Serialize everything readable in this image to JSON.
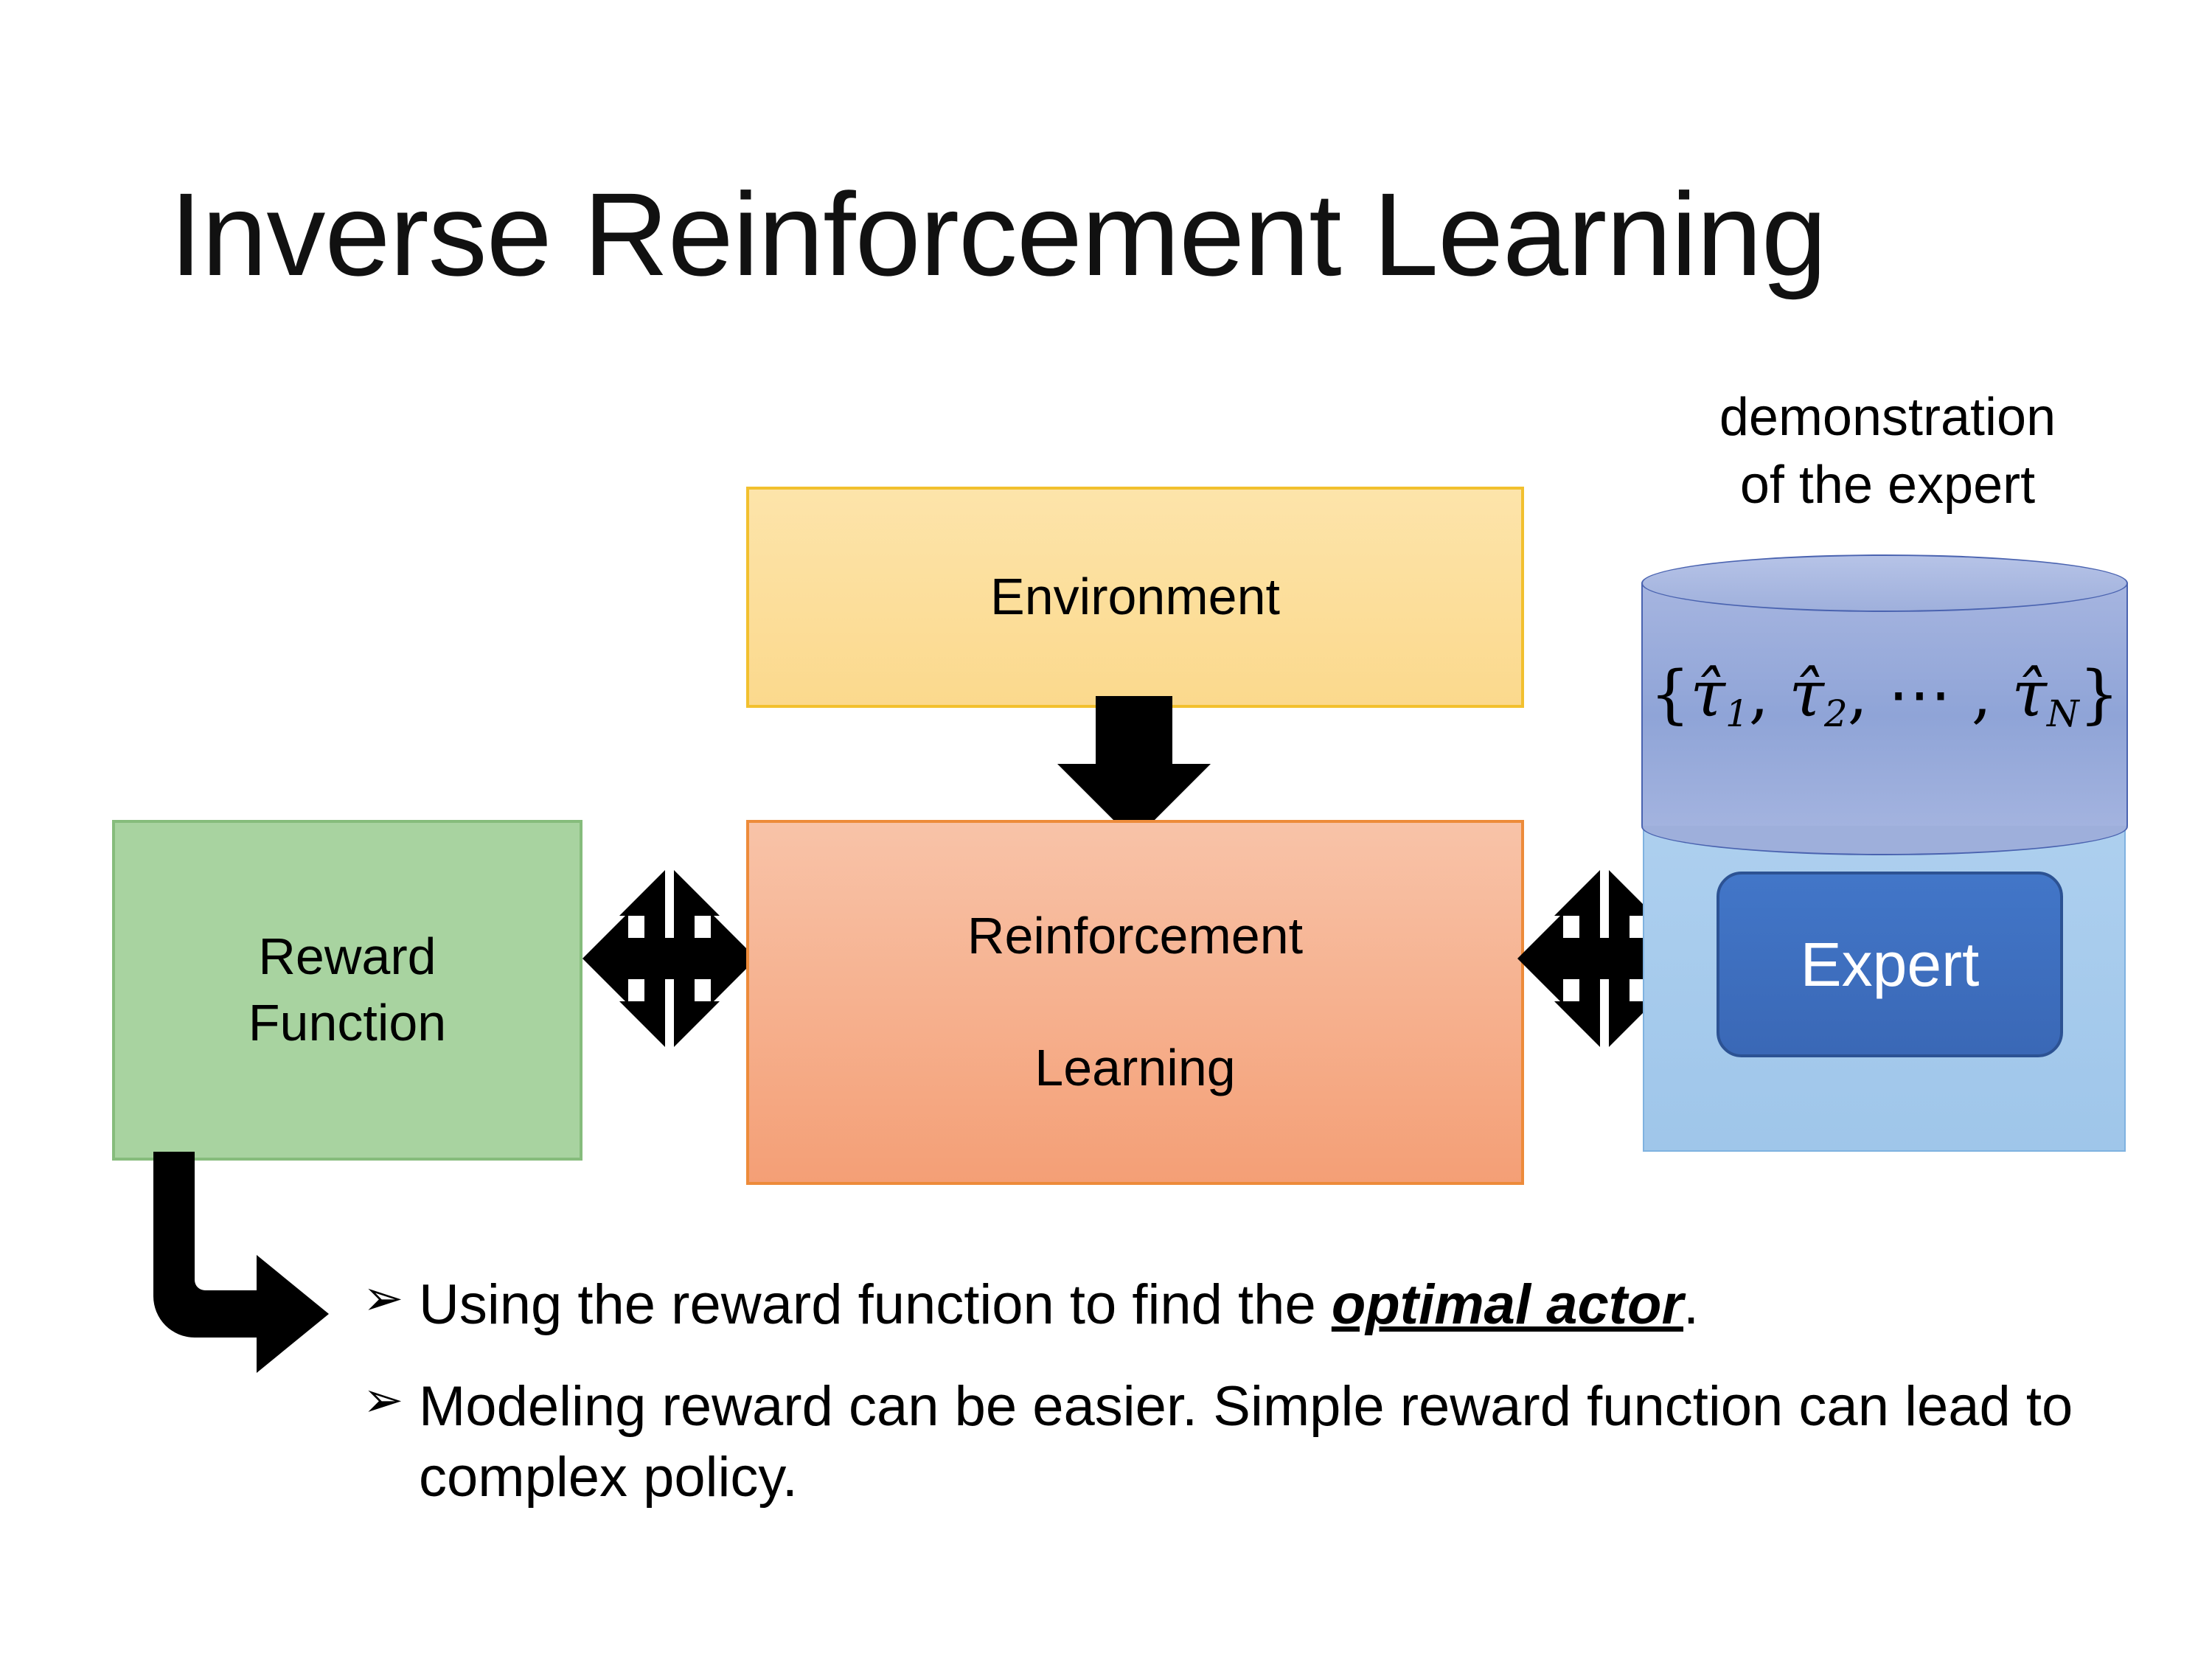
{
  "slide": {
    "title": "Inverse Reinforcement Learning",
    "background_color": "#FFFFFF"
  },
  "diagram": {
    "environment": {
      "label": "Environment",
      "fill_color": "#FBD98D",
      "border_color": "#F2C02E"
    },
    "reinforcement_learning": {
      "label_line1": "Reinforcement",
      "label_line2": "Learning",
      "fill_color": "#F4A079",
      "border_color": "#ED8B3A"
    },
    "reward_function": {
      "label_line1": "Reward",
      "label_line2": "Function",
      "fill_color": "#A8D3A0",
      "border_color": "#86BC7C"
    },
    "expert_group": {
      "caption_line1": "demonstration",
      "caption_line2": "of the expert",
      "panel_color": "#A8CBEC",
      "cylinder_color": "#93A9DB",
      "cylinder_border_color": "#4A63B0",
      "trajectories_open": "{",
      "trajectories_t1": "τ̂",
      "trajectories_t1_sub": "1",
      "trajectories_sep1": ", ",
      "trajectories_t2": "τ̂",
      "trajectories_t2_sub": "2",
      "trajectories_sep2": ", ⋯ , ",
      "trajectories_tN": "τ̂",
      "trajectories_tN_sub": "N",
      "trajectories_close": "}",
      "expert_label": "Expert",
      "expert_fill_color": "#3A68B6",
      "expert_text_color": "#FFFFFF"
    },
    "arrows": {
      "environment_to_rl": "down-arrow",
      "reward_to_rl": "quad-arrow",
      "rl_to_expert": "quad-arrow",
      "reward_to_bullets": "bent-arrow-down-right",
      "color": "#000000"
    }
  },
  "bullets": [
    {
      "marker": "➢",
      "text_before": "Using the reward function to find the ",
      "emphasis": "optimal actor",
      "text_after": "."
    },
    {
      "marker": "➢",
      "text_before": "Modeling reward can be easier. Simple reward function can lead to complex policy.",
      "emphasis": "",
      "text_after": ""
    }
  ]
}
